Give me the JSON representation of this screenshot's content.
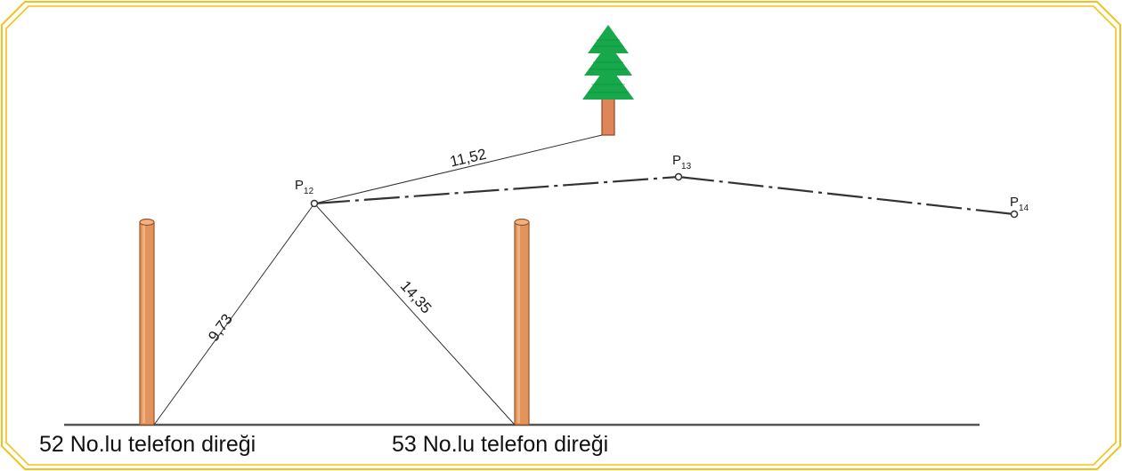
{
  "diagram": {
    "points": [
      {
        "id": "P12",
        "letter": "P",
        "sub": "12"
      },
      {
        "id": "P13",
        "letter": "P",
        "sub": "13"
      },
      {
        "id": "P14",
        "letter": "P",
        "sub": "14"
      }
    ],
    "distances": {
      "pole52_to_p12": "9,73",
      "p12_to_pole53": "14,35",
      "p12_to_tree": "11,52"
    },
    "captions": {
      "pole52": "52 No.lu telefon direği",
      "pole53": "53 No.lu telefon direği"
    },
    "colors": {
      "frame": "#f2c21b",
      "pole_fill": "#e3935c",
      "pole_stroke": "#9a5626",
      "tree_green": "#16a84a",
      "trunk": "#e0845a",
      "line": "#333333"
    }
  }
}
